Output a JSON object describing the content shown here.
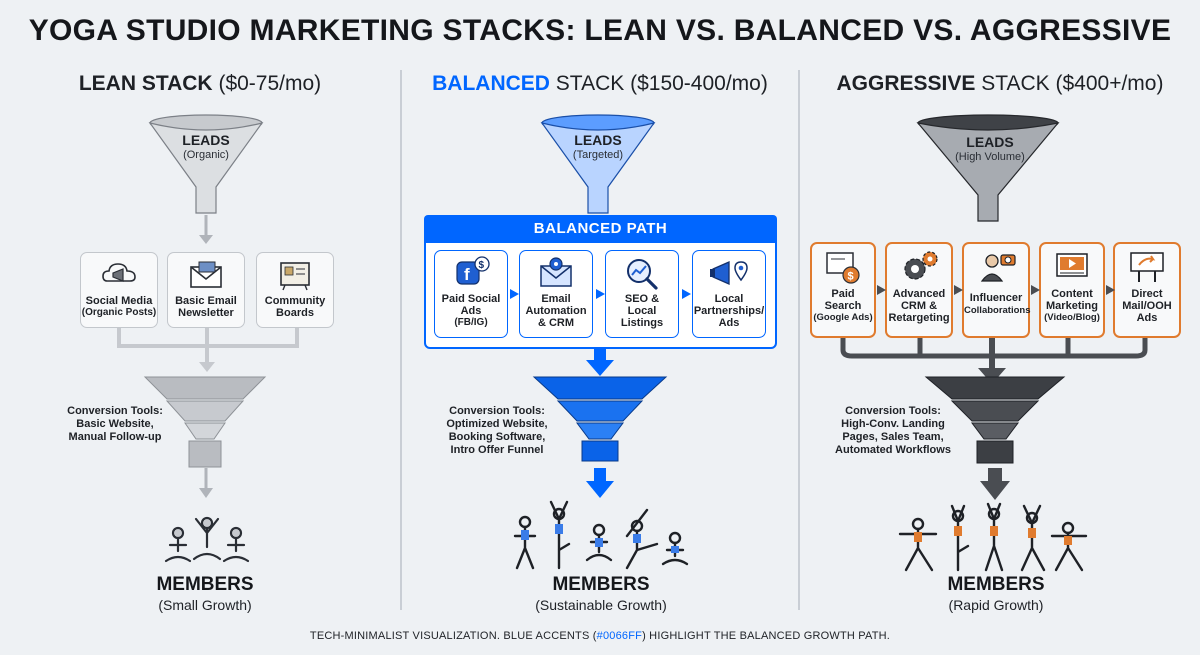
{
  "title": "YOGA STUDIO MARKETING STACKS: LEAN VS. BALANCED VS. AGGRESSIVE",
  "colors": {
    "accent": "#0066ff",
    "aggressive": "#e07b2e",
    "lean_gray": "#b8bcc2",
    "dark_gray": "#4a4d52"
  },
  "lean": {
    "heading_bold": "LEAN STACK",
    "heading_price": "($0-75/mo)",
    "leads_title": "LEADS",
    "leads_sub": "(Organic)",
    "tools": [
      {
        "icon": "megaphone-cloud-icon",
        "line1": "Social Media",
        "line2": "(Organic Posts)",
        "line3": ""
      },
      {
        "icon": "email-icon",
        "line1": "Basic Email",
        "line2": "Newsletter",
        "line3": ""
      },
      {
        "icon": "bulletin-board-icon",
        "line1": "Community",
        "line2": "Boards",
        "line3": ""
      }
    ],
    "conversion": [
      "Conversion Tools:",
      "Basic Website,",
      "Manual Follow-up"
    ],
    "members": "MEMBERS",
    "growth": "(Small Growth)"
  },
  "balanced": {
    "heading_bold": "BALANCED",
    "heading_rest": " STACK ($150-400/mo)",
    "leads_title": "LEADS",
    "leads_sub": "(Targeted)",
    "path_label": "BALANCED PATH",
    "tools": [
      {
        "icon": "facebook-dollar-icon",
        "line1": "Paid Social",
        "line2": "Ads",
        "line3": "(FB/IG)"
      },
      {
        "icon": "email-gear-icon",
        "line1": "Email",
        "line2": "Automation",
        "line3": "& CRM"
      },
      {
        "icon": "seo-magnifier-icon",
        "line1": "SEO &",
        "line2": "Local",
        "line3": "Listings"
      },
      {
        "icon": "megaphone-pin-icon",
        "line1": "Local",
        "line2": "Partnerships/",
        "line3": "Ads"
      }
    ],
    "conversion": [
      "Conversion Tools:",
      "Optimized Website,",
      "Booking Software,",
      "Intro Offer Funnel"
    ],
    "members": "MEMBERS",
    "growth": "(Sustainable Growth)"
  },
  "aggressive": {
    "heading_bold": "AGGRESSIVE",
    "heading_rest": " STACK ($400+/mo)",
    "leads_title": "LEADS",
    "leads_sub": "(High Volume)",
    "tools": [
      {
        "icon": "search-dollar-icon",
        "line1": "Paid",
        "line2": "Search",
        "line3": "(Google Ads)"
      },
      {
        "icon": "gears-icon",
        "line1": "Advanced",
        "line2": "CRM &",
        "line3": "Retargeting"
      },
      {
        "icon": "influencer-camera-icon",
        "line1": "Influencer",
        "line2": "Collaborations",
        "line3": ""
      },
      {
        "icon": "video-play-icon",
        "line1": "Content",
        "line2": "Marketing",
        "line3": "(Video/Blog)"
      },
      {
        "icon": "billboard-icon",
        "line1": "Direct",
        "line2": "Mail/OOH",
        "line3": "Ads"
      }
    ],
    "conversion": [
      "Conversion Tools:",
      "High-Conv. Landing",
      "Pages, Sales Team,",
      "Automated Workflows"
    ],
    "members": "MEMBERS",
    "growth": "(Rapid Growth)"
  },
  "footnote_pre": "TECH-MINIMALIST VISUALIZATION. BLUE ACCENTS (",
  "footnote_hex": "#0066FF",
  "footnote_post": ") HIGHLIGHT THE BALANCED GROWTH PATH."
}
